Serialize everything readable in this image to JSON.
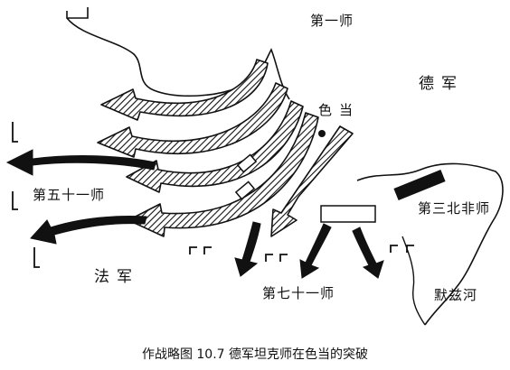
{
  "labels": {
    "first_div": "第一师",
    "german_army": "德军",
    "sedan": "色当",
    "div_51": "第五十一师",
    "div_3_n_africa": "第三北非师",
    "french_army": "法军",
    "div_71": "第七十一师",
    "meuse": "默兹河"
  },
  "caption": "作战略图 10.7 德军坦克师在色当的突破",
  "colors": {
    "ink": "#111111",
    "paper": "#ffffff"
  }
}
